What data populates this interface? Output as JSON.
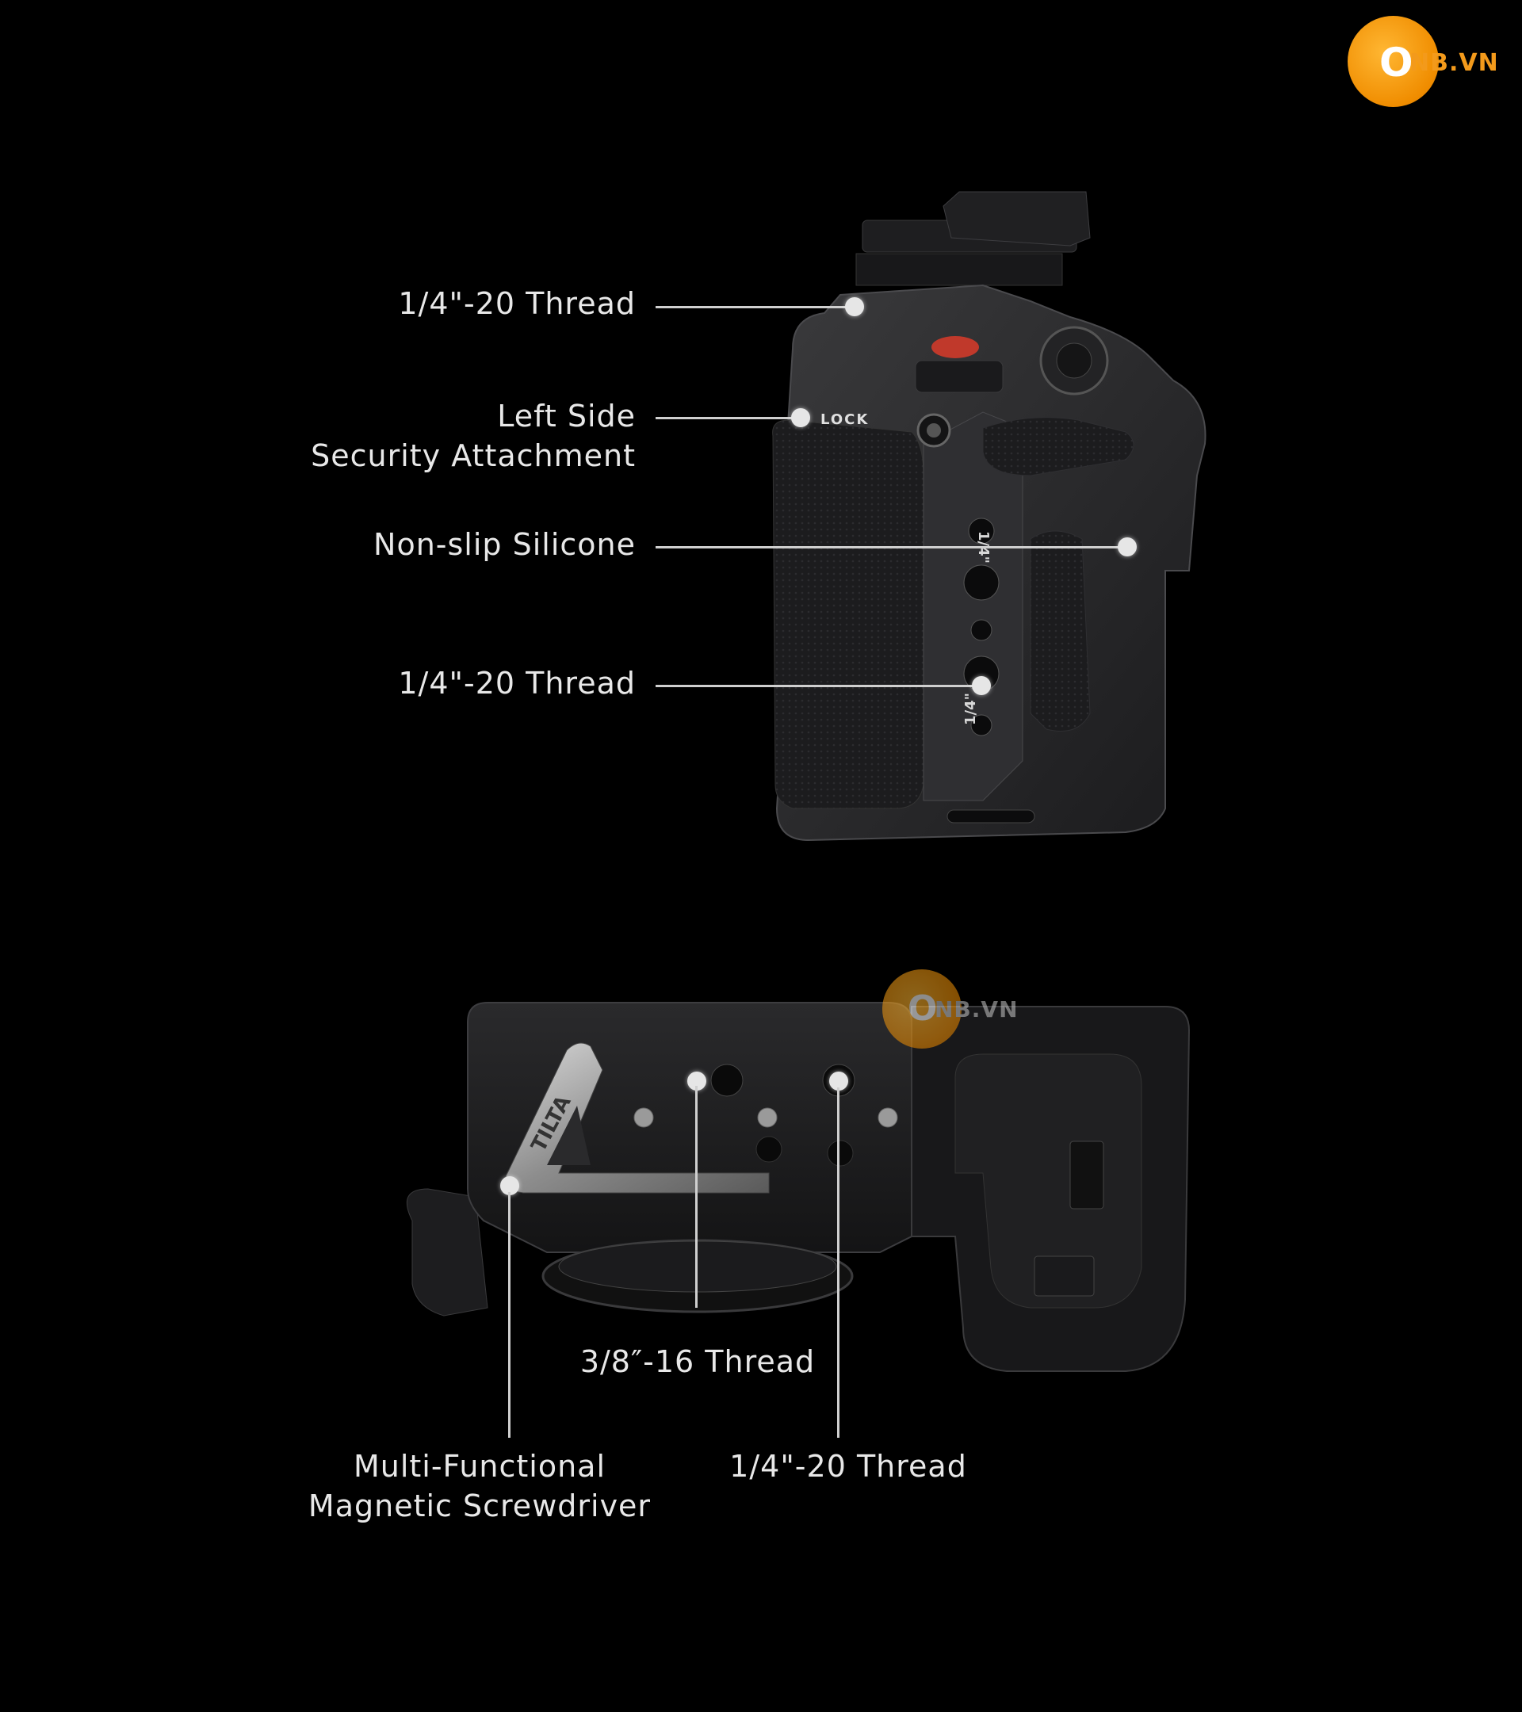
{
  "watermark": {
    "o": "O",
    "rest": "NB.VN",
    "color": "#f39a1b"
  },
  "top_view": {
    "callouts": [
      {
        "text": "1/4\"-20 Thread"
      },
      {
        "text": "Left Side"
      },
      {
        "text": "Security Attachment"
      },
      {
        "text": "Non-slip Silicone"
      },
      {
        "text": "1/4\"-20 Thread"
      }
    ],
    "engravings": {
      "lock": "LOCK",
      "size_top": "1/4\"",
      "size_bottom": "1/4\""
    }
  },
  "bottom_view": {
    "callouts": [
      {
        "text": "3/8″-16 Thread"
      },
      {
        "text": "Multi-Functional"
      },
      {
        "text": "Magnetic Screwdriver"
      },
      {
        "text": "1/4\"-20 Thread"
      }
    ],
    "engravings": {
      "brand": "TILTA"
    }
  }
}
